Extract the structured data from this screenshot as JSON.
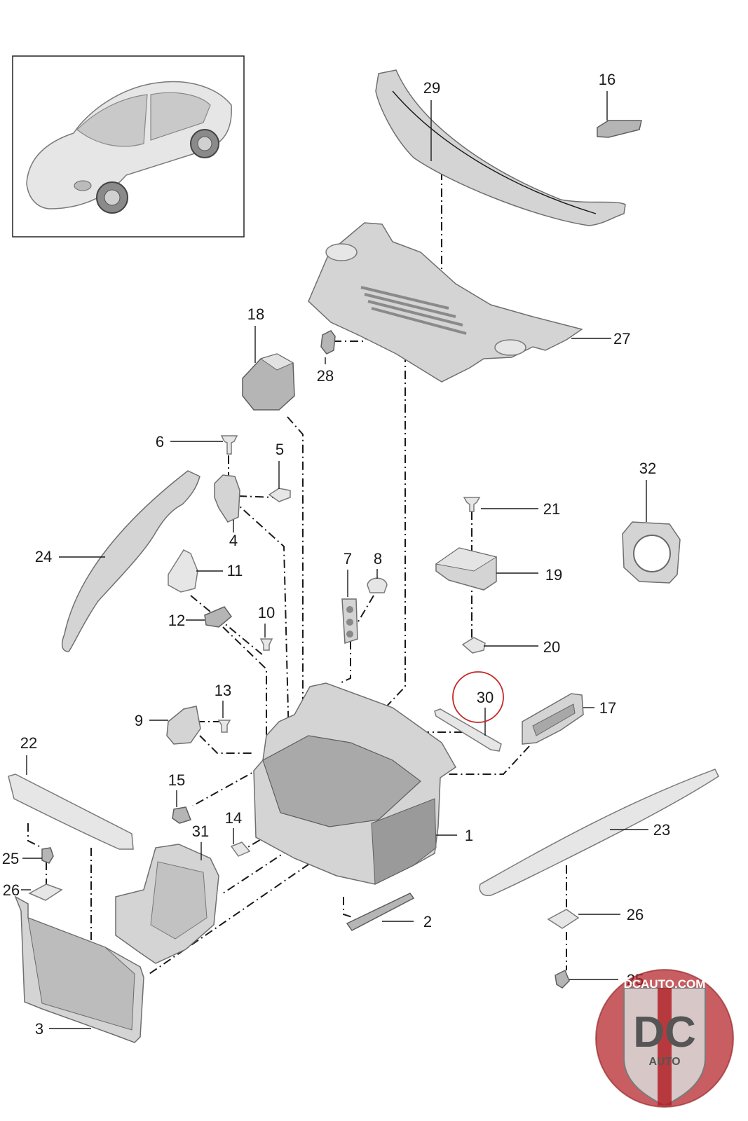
{
  "diagram": {
    "labels": [
      {
        "id": "1",
        "text": "1"
      },
      {
        "id": "2",
        "text": "2"
      },
      {
        "id": "3",
        "text": "3"
      },
      {
        "id": "4",
        "text": "4"
      },
      {
        "id": "5",
        "text": "5"
      },
      {
        "id": "6",
        "text": "6"
      },
      {
        "id": "7",
        "text": "7"
      },
      {
        "id": "8",
        "text": "8"
      },
      {
        "id": "9",
        "text": "9"
      },
      {
        "id": "10",
        "text": "10"
      },
      {
        "id": "11",
        "text": "11"
      },
      {
        "id": "12",
        "text": "12"
      },
      {
        "id": "13",
        "text": "13"
      },
      {
        "id": "14",
        "text": "14"
      },
      {
        "id": "15",
        "text": "15"
      },
      {
        "id": "16",
        "text": "16"
      },
      {
        "id": "17",
        "text": "17"
      },
      {
        "id": "18",
        "text": "18"
      },
      {
        "id": "19",
        "text": "19"
      },
      {
        "id": "20",
        "text": "20"
      },
      {
        "id": "21",
        "text": "21"
      },
      {
        "id": "22",
        "text": "22"
      },
      {
        "id": "23",
        "text": "23"
      },
      {
        "id": "24",
        "text": "24"
      },
      {
        "id": "25a",
        "text": "25"
      },
      {
        "id": "25b",
        "text": "25"
      },
      {
        "id": "26a",
        "text": "26"
      },
      {
        "id": "26b",
        "text": "26"
      },
      {
        "id": "27",
        "text": "27"
      },
      {
        "id": "28",
        "text": "28"
      },
      {
        "id": "29",
        "text": "29"
      },
      {
        "id": "30",
        "text": "30"
      },
      {
        "id": "31",
        "text": "31"
      },
      {
        "id": "32",
        "text": "32"
      }
    ],
    "highlighted_part": "30",
    "highlight_color": "#c62828"
  },
  "watermark": {
    "site": "DCAUTO.COM",
    "brand": "DC",
    "sub": "AUTO",
    "colors": {
      "red": "#b32025",
      "silver": "#d9d9d9"
    }
  }
}
